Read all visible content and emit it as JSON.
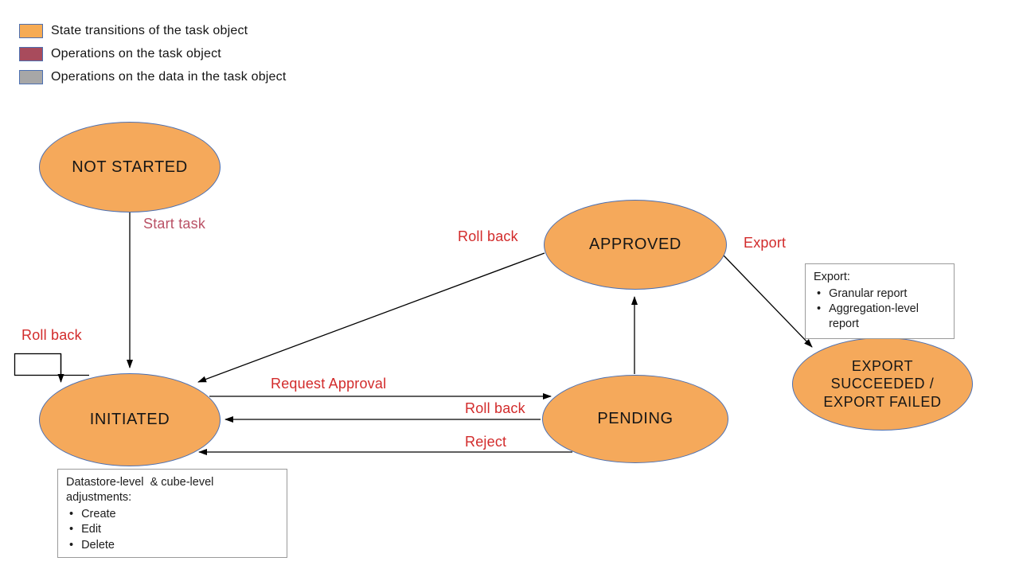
{
  "legend": {
    "items": [
      {
        "label": "State transitions of the task object",
        "color": "#F6AB54",
        "meaning": "state-transition"
      },
      {
        "label": "Operations on the task object",
        "color": "#A84B5C",
        "meaning": "task-operation"
      },
      {
        "label": "Operations on the data in the task object",
        "color": "#A7A7A7",
        "meaning": "data-operation"
      }
    ]
  },
  "states": {
    "not_started": {
      "label": "NOT STARTED"
    },
    "initiated": {
      "label": "INITIATED"
    },
    "approved": {
      "label": "APPROVED"
    },
    "pending": {
      "label": "PENDING"
    },
    "export_result": {
      "label": "EXPORT\nSUCCEEDED /\nEXPORT FAILED"
    }
  },
  "transitions": {
    "start_task": {
      "label": "Start task",
      "from": "NOT STARTED",
      "to": "INITIATED"
    },
    "roll_back_initiated": {
      "label": "Roll back",
      "from": "INITIATED",
      "to": "INITIATED"
    },
    "roll_back_approved": {
      "label": "Roll back",
      "from": "APPROVED",
      "to": "INITIATED"
    },
    "request_approval": {
      "label": "Request Approval",
      "from": "INITIATED",
      "to": "PENDING"
    },
    "roll_back_pending": {
      "label": "Roll back",
      "from": "PENDING",
      "to": "INITIATED"
    },
    "reject": {
      "label": "Reject",
      "from": "PENDING",
      "to": "INITIATED"
    },
    "approve": {
      "label": "",
      "from": "PENDING",
      "to": "APPROVED"
    },
    "export": {
      "label": "Export",
      "from": "APPROVED",
      "to": "EXPORT SUCCEEDED / EXPORT FAILED"
    }
  },
  "notes": {
    "export": {
      "title": "Export:",
      "bullets": [
        "Granular report",
        "Aggregation-level report"
      ]
    },
    "adjustments": {
      "title": "Datastore-level  & cube-level adjustments:",
      "bullets": [
        "Create",
        "Edit",
        "Delete"
      ]
    }
  },
  "colors": {
    "state_fill": "#F5A95B",
    "state_border": "#4C70B2",
    "operation_label_red": "#D22B2B",
    "operation_label_rose": "#BA5266",
    "arrow": "#000000"
  }
}
